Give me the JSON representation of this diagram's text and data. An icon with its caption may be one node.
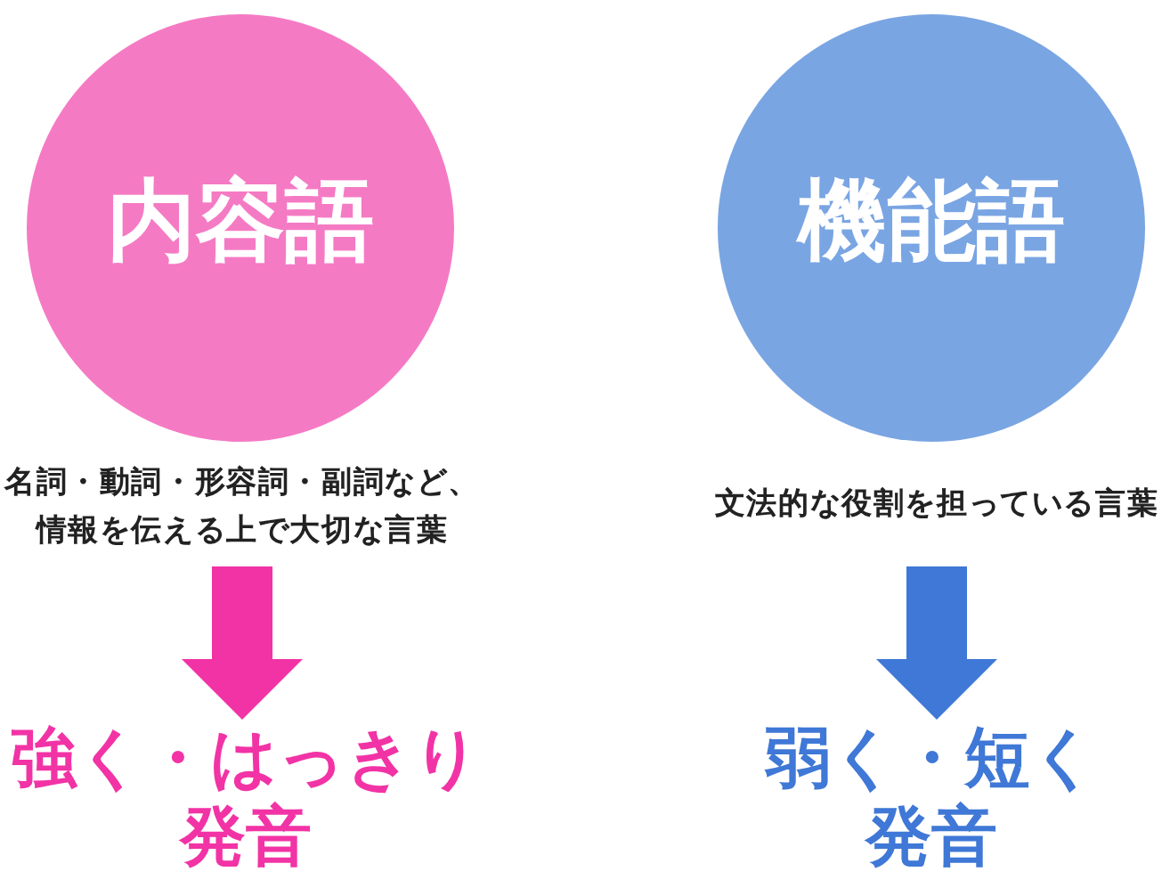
{
  "diagram": {
    "nodes": [
      {
        "text": [
          "内容語"
        ]
      },
      {
        "text": [
          "名詞・動詞・形容詞・副詞など、情報を伝える上で大切な言葉"
        ]
      },
      {
        "text": [
          "強く・はっきり発音"
        ]
      },
      {
        "text": [
          "機能語"
        ]
      },
      {
        "text": [
          "文法的な役割を担っている言葉"
        ]
      },
      {
        "text": [
          "弱く・短く発音"
        ]
      }
    ],
    "edges": [
      {
        "from": 1,
        "to": 2,
        "arrow": "to",
        "style": "thick",
        "color": "#f233a5"
      },
      {
        "from": 4,
        "to": 5,
        "arrow": "to",
        "style": "thick",
        "color": "#3f78d6"
      }
    ]
  }
}
